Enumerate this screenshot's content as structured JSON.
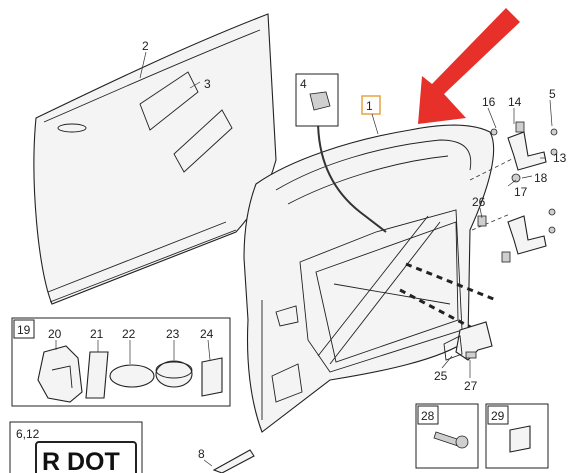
{
  "callouts": {
    "c1": "1",
    "c2": "2",
    "c3": "3",
    "c4": "4",
    "c5": "5",
    "c612": "6,12",
    "c8": "8",
    "c13": "13",
    "c14": "14",
    "c16": "16",
    "c17": "17",
    "c18": "18",
    "c19": "19",
    "c20": "20",
    "c21": "21",
    "c22": "22",
    "c23": "23",
    "c24": "24",
    "c25": "25",
    "c26": "26",
    "c27": "27",
    "c28": "28",
    "c29": "29"
  },
  "label_panel_text": "R DOT",
  "colors": {
    "arrow": "#e8302a",
    "highlight_box": "#e5a340",
    "line": "#222222"
  }
}
